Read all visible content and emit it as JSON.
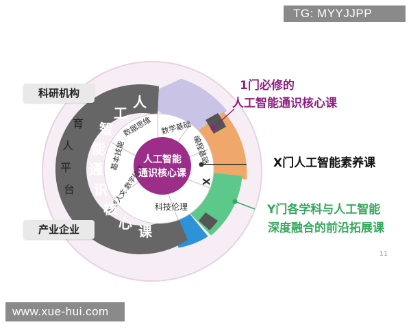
{
  "watermark_top": "TG: MYYJJPP",
  "watermark_bottom": "www.xue-hui.com",
  "page_number": "11",
  "side_left": {
    "top_box": "科研机构",
    "bottom_box": "产业企业",
    "vertical_chars": [
      "育",
      "人",
      "平",
      "台"
    ]
  },
  "outer_ring": {
    "chars": [
      "人",
      "工",
      "智",
      "能",
      "通",
      "识",
      "核",
      "心",
      "课"
    ]
  },
  "center": {
    "line1": "人工智能",
    "line2": "通识核心课"
  },
  "middle_ring": {
    "segments": [
      "数学基础",
      "编程基础",
      "X",
      "科技伦理",
      "数字人文 数字经济",
      "基本技能",
      "数据思维"
    ]
  },
  "right_labels": {
    "label1_line1": "1门必修的",
    "label1_line2": "人工智能通识核心课",
    "label2": "X门人工智能素养课",
    "label3_line1": "Y门各学科与人工智能",
    "label3_line2": "深度融合的前沿拓展课"
  },
  "colors": {
    "purple": "#8e1f7f",
    "green": "#34a85a",
    "lavender_wedge": "#c9c3e6",
    "orange_wedge": "#f0a86a",
    "green_wedge": "#5cc98b",
    "blue_wedge": "#2d93d8",
    "outer_ring": "#666666",
    "center": "#9c2e8a"
  }
}
